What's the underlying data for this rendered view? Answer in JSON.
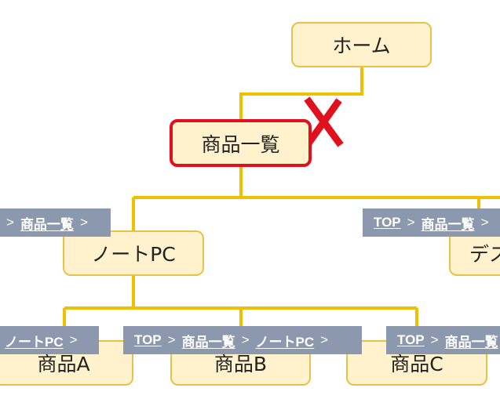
{
  "colors": {
    "node_fill": "#fff2cc",
    "node_border": "#e8c14a",
    "connector": "#f0c000",
    "highlight_border": "#e0101e",
    "cross": "#e0101e",
    "breadcrumb_bg": "#8c98ad",
    "breadcrumb_text": "#ffffff"
  },
  "nodes": {
    "home": "ホーム",
    "product_list": "商品一覧",
    "notebook": "ノートPC",
    "desktop_partial": "デス",
    "product_a": "商品A",
    "product_b": "商品B",
    "product_c": "商品C"
  },
  "breadcrumbs": {
    "notebook": {
      "links": [
        "商品一覧"
      ],
      "separator": ">"
    },
    "desktop": {
      "links": [
        "TOP",
        "商品一覧"
      ],
      "separator": ">"
    },
    "product_a": {
      "links": [
        "ノートPC"
      ],
      "separator": ">"
    },
    "product_b": {
      "links": [
        "TOP",
        "商品一覧",
        "ノートPC"
      ],
      "separator": ">"
    },
    "product_c": {
      "links": [
        "TOP",
        "商品一覧"
      ],
      "separator": ">"
    }
  },
  "annotations": {
    "cross_mark_icon": "cross-mark-icon"
  }
}
